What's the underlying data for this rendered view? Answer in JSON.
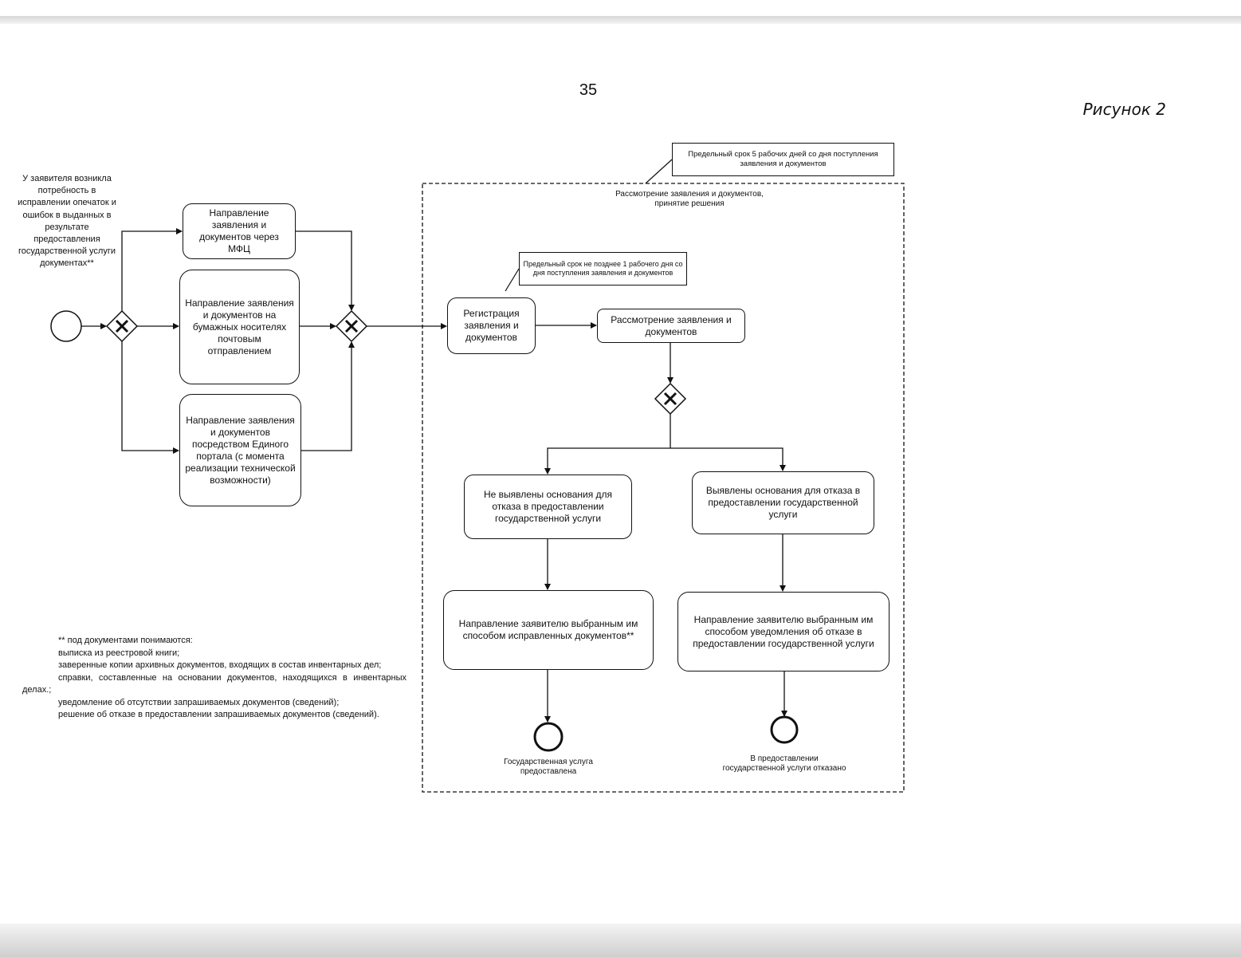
{
  "page_number": "35",
  "figure_label": "Рисунок 2",
  "start_label": "У заявителя возникла потребность в исправлении опечаток и ошибок в выданных в результате предоставления государственной услуги документах**",
  "channels": {
    "mfc": "Направление заявления и документов через МФЦ",
    "paper": "Направление заявления и документов на бумажных носителях почтовым отправлением",
    "portal": "Направление заявления и документов посредством Единого портала (с момента реализации технической возможности)"
  },
  "deadline_5_days": "Предельный срок 5 рабочих дней со дня поступления заявления и документов",
  "deadline_1_day": "Предельный срок не позднее 1 рабочего дня со дня поступления заявления и документов",
  "subprocess_title": "Рассмотрение заявления и документов, принятие решения",
  "registration": "Регистрация заявления и документов",
  "review": "Рассмотрение заявления и документов",
  "no_grounds": "Не выявлены основания для отказа в предоставлении государственной услуги",
  "grounds_found": "Выявлены основания для отказа в предоставлении государственной услуги",
  "send_corrected": "Направление заявителю выбранным им способом исправленных документов**",
  "send_refusal": "Направление заявителю выбранным им способом уведомления об отказе в предоставлении государственной услуги",
  "end_provided": "Государственная услуга предоставлена",
  "end_refused": "В предоставлении государственной услуги отказано",
  "footnote": {
    "lines": [
      "** под документами понимаются:",
      "выписка из реестровой книги;",
      "заверенные копии архивных документов, входящих в состав инвентарных дел;",
      "справки, составленные на основании документов, находящихся в инвентарных делах.;",
      "уведомление об отсутствии запрашиваемых документов (сведений);",
      "решение об отказе в предоставлении запрашиваемых документов (сведений)."
    ]
  }
}
